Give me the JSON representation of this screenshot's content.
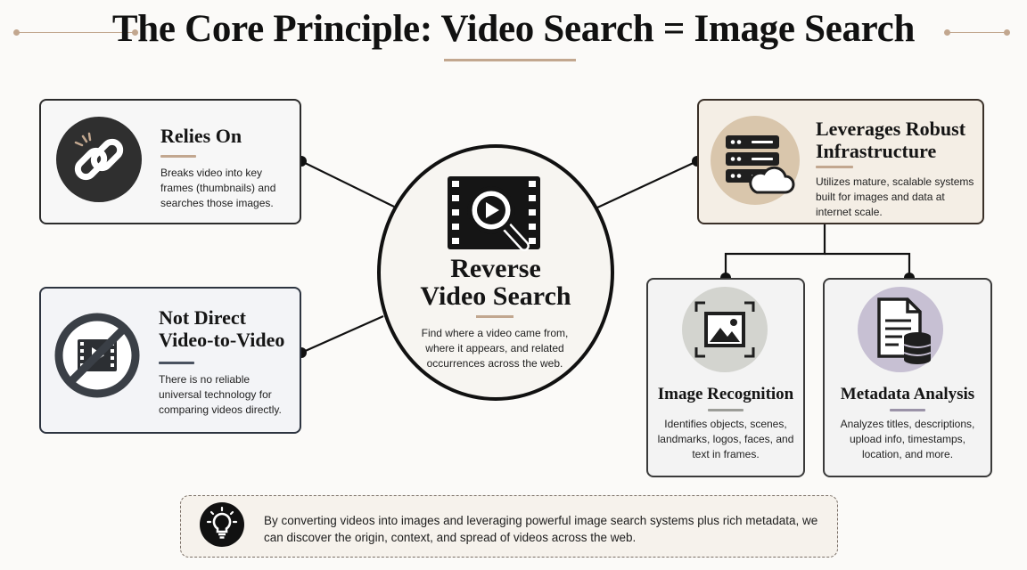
{
  "title": "The Core Principle: Video Search = Image Search",
  "center": {
    "title": "Reverse\nVideo Search",
    "description": "Find where a video came from, where it appears, and related occurrences across the web.",
    "icon": "film-magnifier-icon"
  },
  "cards": {
    "relies_on": {
      "title": "Relies On",
      "description": "Breaks video into key frames (thumbnails) and searches those images.",
      "icon": "chain-link-icon"
    },
    "not_direct": {
      "title": "Not Direct\nVideo-to-Video",
      "description": "There is no reliable universal technology for comparing videos directly.",
      "icon": "prohibited-video-icon"
    },
    "infrastructure": {
      "title": "Leverages Robust\nInfrastructure",
      "description": "Utilizes mature, scalable systems built for images and data at internet scale.",
      "icon": "server-cloud-icon"
    },
    "image_recognition": {
      "title": "Image Recognition",
      "description": "Identifies objects, scenes, landmarks, logos, faces, and text in frames.",
      "icon": "image-frame-icon"
    },
    "metadata": {
      "title": "Metadata Analysis",
      "description": "Analyzes titles, descriptions, upload info, timestamps, location, and more.",
      "icon": "document-database-icon"
    }
  },
  "footer": {
    "text": "By converting videos into images and leveraging powerful image search systems plus rich metadata, we can discover the origin, context, and spread of videos across the web.",
    "icon": "lightbulb-icon"
  },
  "colors": {
    "accent_tan": "#c2a78f",
    "infrastructure_card_bg": "#f4eee5",
    "infrastructure_icon_bg": "#d9c6ac",
    "image_icon_bg": "#d3d4cf",
    "metadata_icon_bg": "#c7c0d3",
    "border": "#2b2b2b"
  }
}
